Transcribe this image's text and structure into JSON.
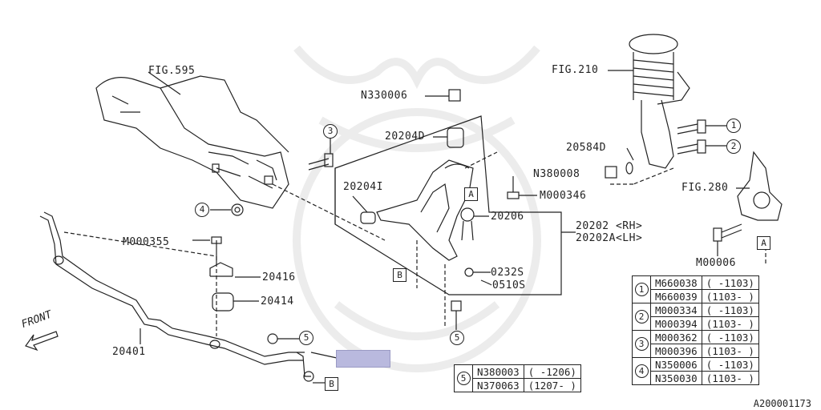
{
  "labels": {
    "fig595": "FIG.595",
    "fig210": "FIG.210",
    "fig280": "FIG.280",
    "n330006": "N330006",
    "p20204d": "20204D",
    "p20204i": "20204I",
    "p20206": "20206",
    "p20202": "20202 <RH>",
    "p20202a": "20202A<LH>",
    "p0232s": "0232S",
    "p0510s": "0510S",
    "p20584d": "20584D",
    "n380008": "N380008",
    "m000346": "M000346",
    "m000355": "M000355",
    "p20416": "20416",
    "p20414": "20414",
    "p20401": "20401",
    "m00006": "M00006",
    "front": "FRONT",
    "ref": "A200001173"
  },
  "callouts": {
    "c1": "1",
    "c2": "2",
    "c3": "3",
    "c4": "4",
    "c5": "5",
    "c5b": "5",
    "boxA1": "A",
    "boxA2": "A",
    "boxB1": "B",
    "boxB2": "B"
  },
  "table_right": [
    {
      "num": "1",
      "part": "M660038",
      "range": "( -1103)"
    },
    {
      "num": "",
      "part": "M660039",
      "range": "(1103- )"
    },
    {
      "num": "2",
      "part": "M000334",
      "range": "( -1103)"
    },
    {
      "num": "",
      "part": "M000394",
      "range": "(1103- )"
    },
    {
      "num": "3",
      "part": "M000362",
      "range": "( -1103)"
    },
    {
      "num": "",
      "part": "M000396",
      "range": "(1103- )"
    },
    {
      "num": "4",
      "part": "N350006",
      "range": "( -1103)"
    },
    {
      "num": "",
      "part": "N350030",
      "range": "(1103- )"
    }
  ],
  "table_left": [
    {
      "num": "5",
      "part": "N380003",
      "range": "( -1206)"
    },
    {
      "num": "",
      "part": "N370063",
      "range": "(1207- )"
    }
  ]
}
